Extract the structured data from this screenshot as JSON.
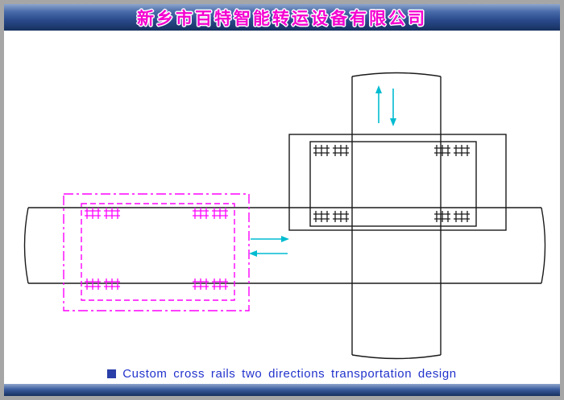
{
  "header": {
    "title": "新乡市百特智能转运设备有限公司"
  },
  "caption": {
    "text": "Custom cross rails two directions transportation design"
  },
  "colors": {
    "line_black": "#1a1a1a",
    "accent_magenta": "#ff00ff",
    "accent_cyan": "#00bcd0",
    "caption_blue": "#2233cc",
    "title_magenta": "#f400d0",
    "bar_blue_dark": "#16305e",
    "bar_blue_light": "#8ea6cc",
    "frame_gray": "#a6a6a6",
    "bullet_blue": "#2b3fa8"
  },
  "diagram": {
    "elements": {
      "horizontal_rail": "horizontal transport rail",
      "vertical_rail": "vertical transport rail",
      "pallet_on_cross": "pallet at rail crossing (solid outline)",
      "pallet_phantom": "pallet phantom position (magenta dashed outline)",
      "direction_arrows": [
        "up",
        "down",
        "right",
        "left"
      ]
    }
  }
}
